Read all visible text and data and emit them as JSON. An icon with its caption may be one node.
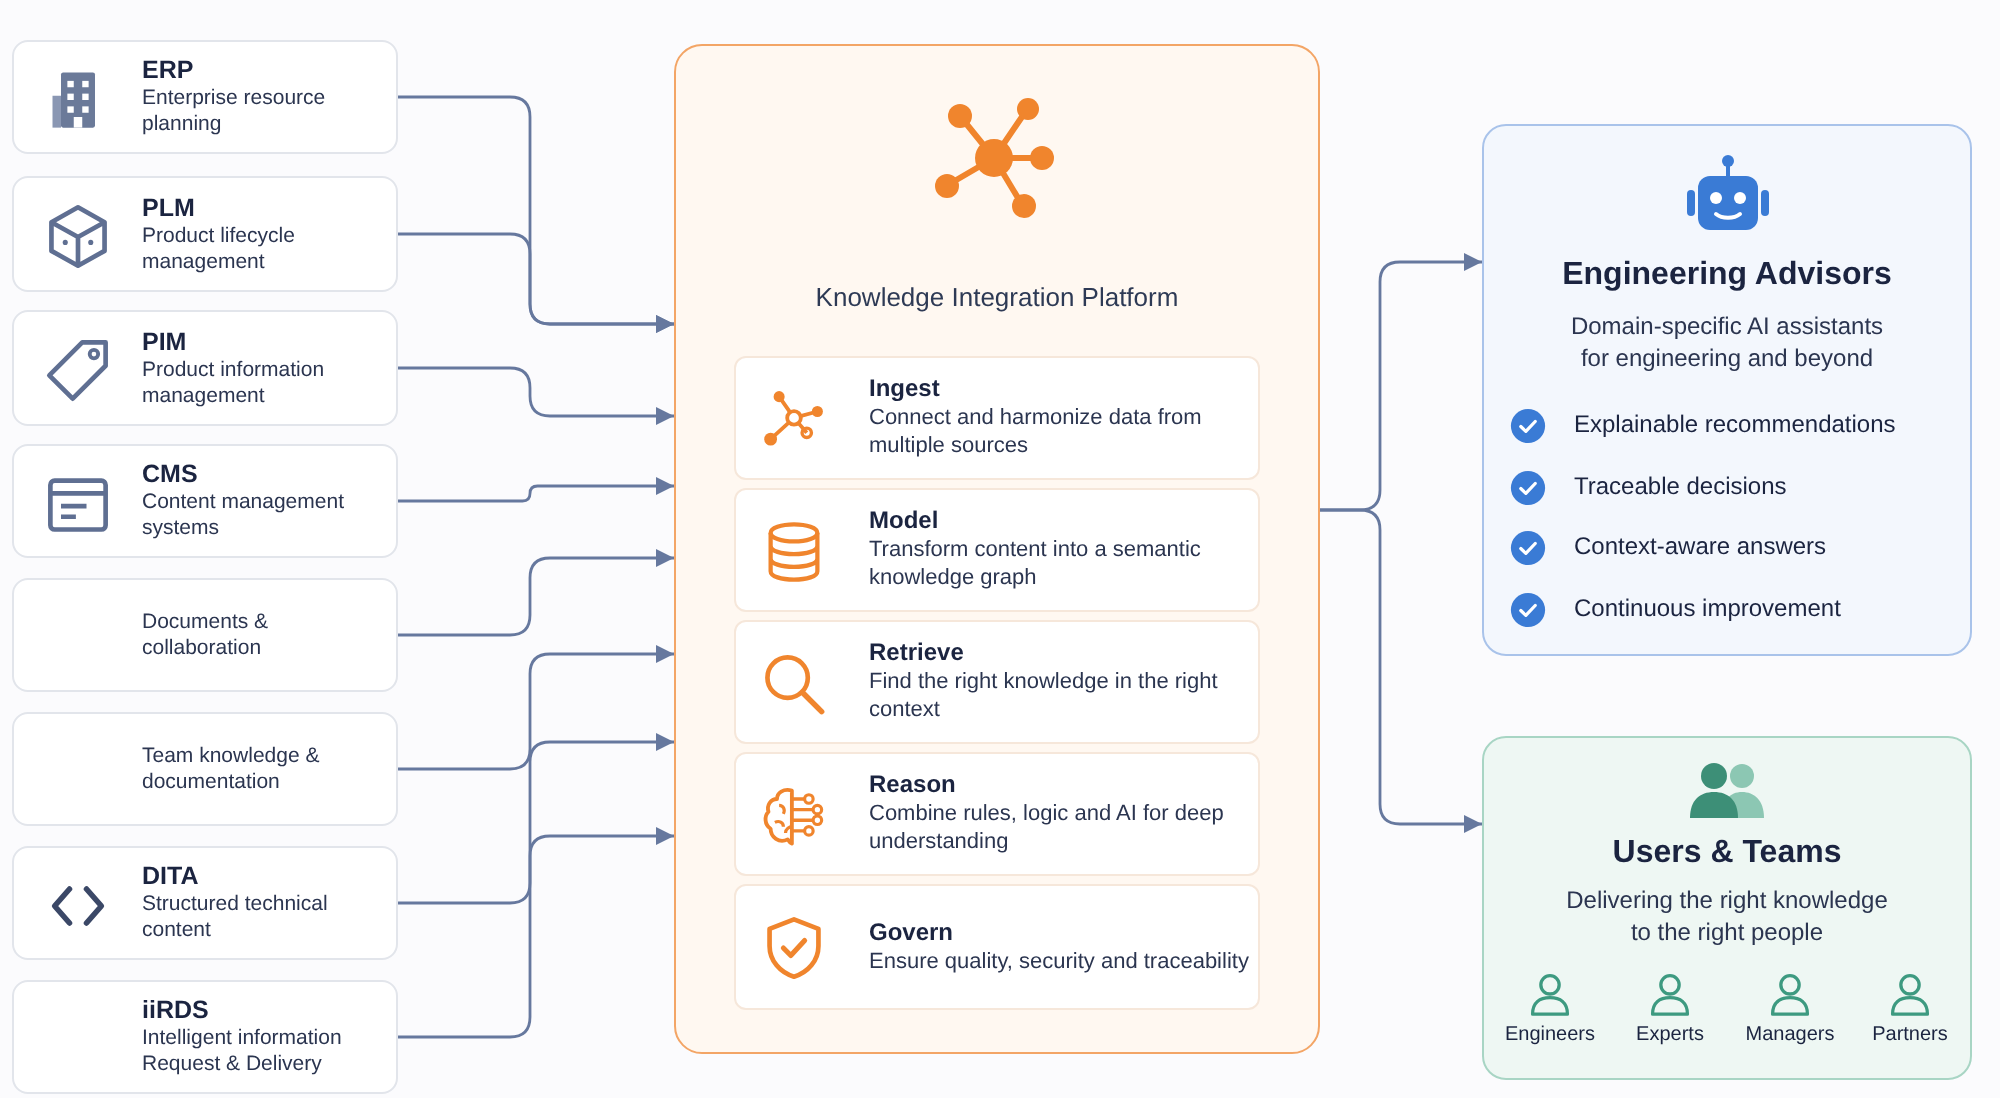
{
  "diagram": {
    "nodes": [
      {
        "text": [
          "ERP",
          "Enterprise resource planning"
        ]
      },
      {
        "text": [
          "PLM",
          "Product lifecycle management"
        ]
      },
      {
        "text": [
          "PIM",
          "Product information management"
        ]
      },
      {
        "text": [
          "CMS",
          "Content management systems"
        ]
      },
      {
        "text": [
          "Documents & collaboration"
        ]
      },
      {
        "text": [
          "Team knowledge & documentation"
        ]
      },
      {
        "text": [
          "DITA",
          "Structured technical content"
        ]
      },
      {
        "text": [
          "iiRDS",
          "Intelligent information Request & Delivery"
        ]
      },
      {
        "text": [
          "Knowledge Integration Platform"
        ]
      },
      {
        "text": [
          "Ingest",
          "Connect and harmonize data from multiple sources"
        ],
        "in": 8
      },
      {
        "text": [
          "Model",
          "Transform content into a semantic knowledge graph"
        ],
        "in": 8
      },
      {
        "text": [
          "Retrieve",
          "Find the right knowledge in the right context"
        ],
        "in": 8
      },
      {
        "text": [
          "Reason",
          "Combine rules, logic and AI for deep understanding"
        ],
        "in": 8
      },
      {
        "text": [
          "Govern",
          "Ensure quality, security and traceability"
        ],
        "in": 8
      },
      {
        "text": [
          "Engineering Advisors",
          "Domain-specific AI assistants for engineering and beyond",
          "Explainable recommendations",
          "Traceable decisions",
          "Context-aware answers",
          "Continuous improvement"
        ]
      },
      {
        "text": [
          "Users & Teams",
          "Delivering the right knowledge to the right people",
          "Engineers",
          "Experts",
          "Managers",
          "Partners"
        ]
      }
    ],
    "edges": [
      {
        "from": 0,
        "to": 8,
        "arrow": "to"
      },
      {
        "from": 1,
        "to": 8,
        "arrow": "to"
      },
      {
        "from": 2,
        "to": 8,
        "arrow": "to"
      },
      {
        "from": 3,
        "to": 8,
        "arrow": "to"
      },
      {
        "from": 4,
        "to": 8,
        "arrow": "to"
      },
      {
        "from": 5,
        "to": 8,
        "arrow": "to"
      },
      {
        "from": 6,
        "to": 8,
        "arrow": "to"
      },
      {
        "from": 7,
        "to": 8,
        "arrow": "to"
      },
      {
        "from": 8,
        "to": 14,
        "arrow": "to"
      },
      {
        "from": 8,
        "to": 15,
        "arrow": "to"
      }
    ]
  }
}
